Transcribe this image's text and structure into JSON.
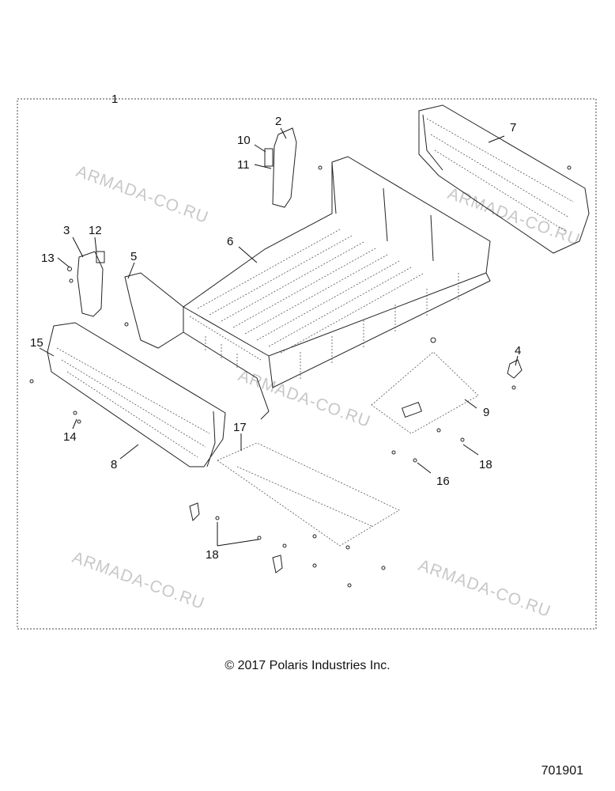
{
  "callouts": {
    "c1": "1",
    "c2": "2",
    "c3": "3",
    "c4": "4",
    "c5": "5",
    "c6": "6",
    "c7": "7",
    "c8": "8",
    "c9": "9",
    "c10": "10",
    "c11": "11",
    "c12": "12",
    "c13": "13",
    "c14": "14",
    "c15": "15",
    "c16": "16",
    "c17": "17",
    "c18a": "18",
    "c18b": "18"
  },
  "watermark": "ARMADA-CO.RU",
  "copyright": "© 2017 Polaris Industries Inc.",
  "drawing_number": "701901"
}
